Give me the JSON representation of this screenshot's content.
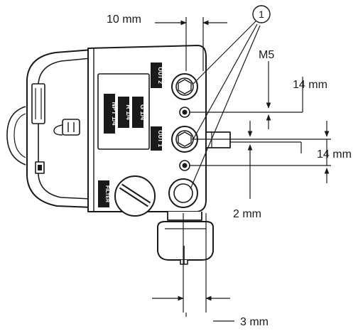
{
  "callout": {
    "number": "1"
  },
  "dimensions": {
    "top_width": "10 mm",
    "thread": "M5",
    "upper_spacing": "14 mm",
    "lower_spacing": "14 mm",
    "offset": "2 mm",
    "bottom_width": "3 mm"
  },
  "device": {
    "plate_lines": [
      "NPT 1/4",
      "R 1/4",
      "G 1/4"
    ],
    "port_out2": "OUT 2",
    "port_out1": "OUT 1",
    "filter_label": "FILTER"
  },
  "colors": {
    "line": "#1a1a1a",
    "body_fill": "#ffffff",
    "shade": "#d9d9d9"
  }
}
